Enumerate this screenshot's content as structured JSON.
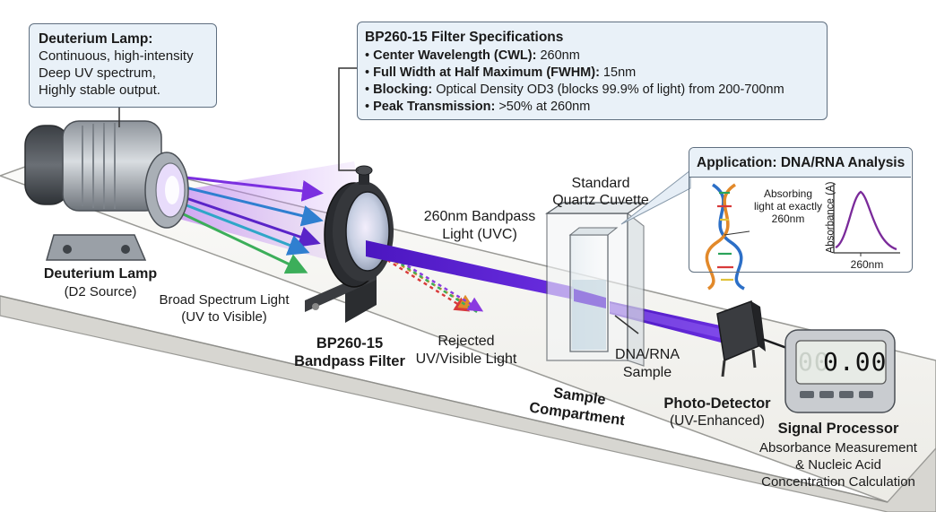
{
  "lamp_callout": {
    "title": "Deuterium Lamp:",
    "lines": [
      "Continuous, high-intensity",
      "Deep UV spectrum,",
      "Highly stable output."
    ]
  },
  "spec_callout": {
    "title": "BP260-15 Filter Specifications",
    "items": [
      {
        "label": "Center Wavelength (CWL):",
        "value": " 260nm"
      },
      {
        "label": "Full Width at Half Maximum (FWHM):",
        "value": " 15nm"
      },
      {
        "label": "Blocking:",
        "value": " Optical Density OD3 (blocks 99.9% of light) from 200-700nm"
      },
      {
        "label": "Peak Transmission:",
        "value": " >50% at 260nm"
      }
    ]
  },
  "app_callout": {
    "title": "Application: DNA/RNA Analysis",
    "dna_label": [
      "Absorbing",
      "light at exactly",
      "260nm"
    ],
    "plot_ylabel": "Absorbance (A)",
    "plot_xlabel": "260nm"
  },
  "labels": {
    "lamp_name": "Deuterium Lamp",
    "lamp_sub": "(D2 Source)",
    "broad_1": "Broad Spectrum Light",
    "broad_2": "(UV to Visible)",
    "filter_1": "BP260-15",
    "filter_2": "Bandpass Filter",
    "rejected_1": "Rejected",
    "rejected_2": "UV/Visible Light",
    "bandpass_1": "260nm Bandpass",
    "bandpass_2": "Light (UVC)",
    "cuvette_1": "Standard",
    "cuvette_2": "Quartz Cuvette",
    "sample_1": "DNA/RNA",
    "sample_2": "Sample",
    "compartment_1": "Sample",
    "compartment_2": "Compartment",
    "detector_1": "Photo-Detector",
    "detector_2": "(UV-Enhanced)",
    "processor_title": "Signal Processor",
    "processor_lines": [
      "Absorbance Measurement",
      "& Nucleic Acid",
      "Concentration Calculation"
    ],
    "display_dim": "00",
    "display_value": "0.00"
  },
  "colors": {
    "uv_beam": "#5a22c8",
    "callout_bg": "#e9f1f8",
    "callout_border": "#5f6f80",
    "bench": "#f4f3ef"
  }
}
